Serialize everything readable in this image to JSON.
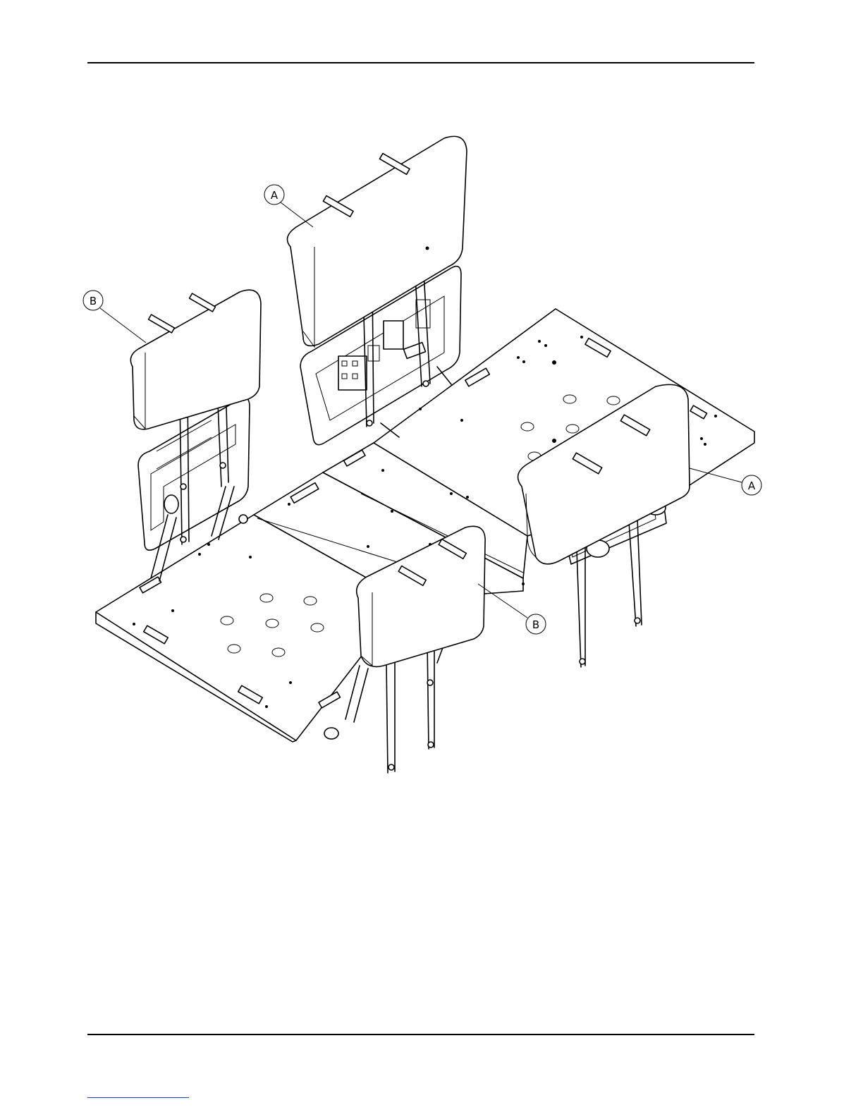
{
  "document": {
    "callouts": [
      {
        "id": "callout-a-upper",
        "label": "A"
      },
      {
        "id": "callout-b-left",
        "label": "B"
      },
      {
        "id": "callout-a-right",
        "label": "A"
      },
      {
        "id": "callout-b-lower",
        "label": "B"
      }
    ]
  },
  "colors": {
    "line": "#000000",
    "background": "#ffffff",
    "footer_link_underline": "#1a3fd1"
  }
}
